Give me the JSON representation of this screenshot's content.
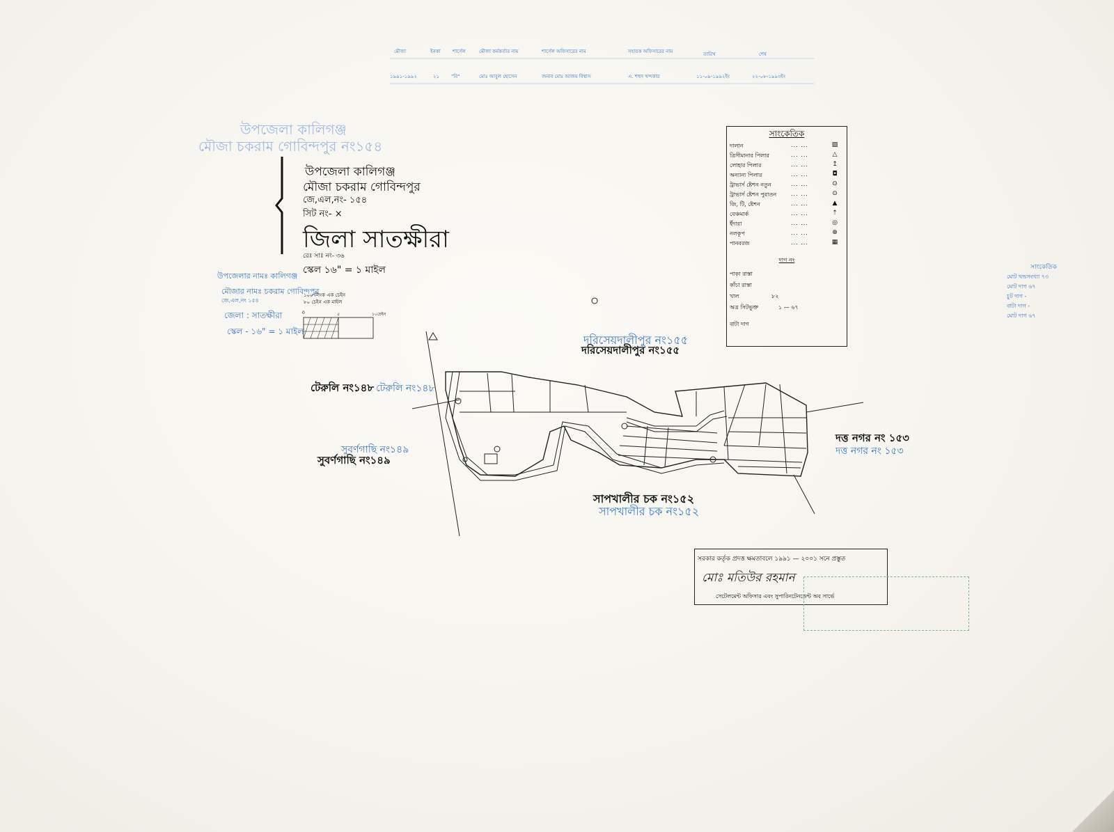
{
  "header_table": {
    "headers": [
      "মৌজা",
      "ইনকা",
      "শার্সেল",
      "মৌজা কর্মকর্তার নাম",
      "শার্সেল অফিসারের নাম",
      "সহায়ক অফিসারের নাম",
      "তারিখ",
      "শেষ"
    ],
    "row": [
      "১৯৯১-১৯৯২",
      "২১",
      "\"বি\"",
      "মোঃ আবুল হোসেন",
      "জনাব মোঃ আজম বিশ্বাস",
      "এ. শহুদ খন্দকার",
      "১১-০৯-১৯৯২ইং",
      "২২-০৮-১৯৯৩ইং"
    ]
  },
  "title_block": {
    "upazila": "উপজেলা কালিগঞ্জ",
    "mouza": "মৌজা  চকরাম গোবিন্দপুর",
    "jl_no": "জে,এল,নং- ১৫৪",
    "sheet_no": "সিট নং-   ×",
    "district": "জিলা সাতক্ষীরা",
    "thana_no": "রেঃ সাঃ নং- ৩৬",
    "scale": "স্কেল ১৬\" = ১ মাইল"
  },
  "blue_title_block": {
    "upazila": "উপজেলার নামঃ   কালিগঞ্জ",
    "mouza": "মৌজার নামঃ চকরাম গোবিন্দপুর",
    "jl_no": "জে,এল,নং ১৫৪",
    "district": "জেলা : সাতক্ষীরা",
    "scale": "স্কেল - ১৬\" = ১ মাইল",
    "scale_note_1": "১০০ লিংক এক চেইন",
    "scale_note_2": "৮০ চেইন এক মাইল"
  },
  "faint_heading": "মৌজা চকরাম গোবিন্দপুর নং১৫৪",
  "faint_upazila": "উপজেলা কালিগঞ্জ",
  "scale_bar": {
    "start": "0",
    "mid": "৫",
    "end": "১০চেইন"
  },
  "legend": {
    "title": "সাংকেতিক",
    "items": [
      {
        "label": "দালান",
        "symbol": "▨"
      },
      {
        "label": "ত্রিসীমানার পিলার",
        "symbol": "△"
      },
      {
        "label": "লোহার পিলার",
        "symbol": "↥"
      },
      {
        "label": "অন্যান্য পিলার",
        "symbol": "◘"
      },
      {
        "label": "ট্রাভার্স ষ্টেশন নতুন",
        "symbol": "⊙"
      },
      {
        "label": "ট্রাভার্স ষ্টেশন পুরাতন",
        "symbol": "⊙"
      },
      {
        "label": "জি, টি, ষ্টেশন",
        "symbol": "▲"
      },
      {
        "label": "বেঞ্চমার্ক",
        "symbol": "⇡"
      },
      {
        "label": "ইঁদারা",
        "symbol": "◎"
      },
      {
        "label": "নলকূপ",
        "symbol": "⊕"
      },
      {
        "label": "পানবরজ",
        "symbol": "▦"
      }
    ],
    "sub_title": "দাগ নং",
    "roads": [
      {
        "label": "পাকা রাস্তা",
        "value": ""
      },
      {
        "label": "কাঁচা রাস্তা",
        "value": ""
      },
      {
        "label": "খাল",
        "value": "৮২"
      },
      {
        "label": "অত্র সিটভুক্ত",
        "value": "১ — ৬৭"
      },
      {
        "label": "বাটা দাগ",
        "value": ""
      }
    ]
  },
  "right_blue_notes": {
    "title": "সাংকেতিক",
    "lines": [
      "মোট খন্ডসংখ্যা  ৭৩",
      "মোট দাগ   ৬৭",
      "চুট দাগ  -",
      "বাটা দাগ  -",
      "মোট দাগ   ৬৭"
    ]
  },
  "neighbors": [
    {
      "name": "দরিসেয়দালীপুর নং১৫৫",
      "blue": "দরিসেয়দালীপুর নং১৫৫"
    },
    {
      "name": "টেরুলি নং১৪৮",
      "blue": "টেরুলি নং১৪৮"
    },
    {
      "name": "সুবর্ণগাছি নং১৪৯",
      "blue": "সুবর্ণগাছি নং১৪৯"
    },
    {
      "name": "দত্ত নগর নং ১৫৩",
      "blue": "দত্ত নগর নং ১৫৩"
    },
    {
      "name": "সাপখালীর চক নং১৫২",
      "blue": "সাপখালীর চক নং১৫২"
    }
  ],
  "certificate": {
    "top": "সরকার কর্তৃক প্রদত্ত ক্ষমতাবলে ১৯৯১ — ২০০১  সনে প্রস্তুত",
    "signature": "মোঃ মতিউর রহমান",
    "bottom": "সেটেলমেন্ট অফিসার এবং সুপারিনটেনডেন্ট অব সার্ভে"
  },
  "colors": {
    "ink": "#111111",
    "blue_ink": "#3a78c8",
    "paper": "#f6f4ee"
  }
}
